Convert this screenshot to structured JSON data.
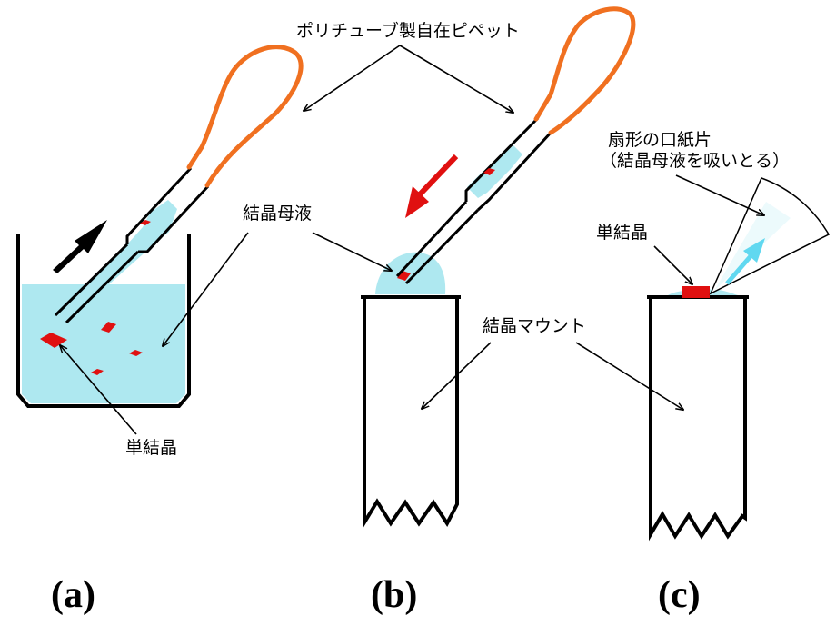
{
  "labels": {
    "pipette": "ポリチューブ製自在ピペット",
    "mother_liquor": "結晶母液",
    "single_crystal_a": "単結晶",
    "crystal_mount": "結晶マウント",
    "filter_paper_line1": "扇形の口紙片",
    "filter_paper_line2": "（結晶母液を吸いとる）",
    "single_crystal_c": "単結晶"
  },
  "panels": {
    "a": "(a)",
    "b": "(b)",
    "c": "(c)"
  },
  "colors": {
    "liquid": "#aee8f0",
    "tube": "#f07020",
    "crystal": "#e01010",
    "arrow_red": "#e01010",
    "arrow_cyan": "#60d8f0",
    "outline": "#000000"
  }
}
